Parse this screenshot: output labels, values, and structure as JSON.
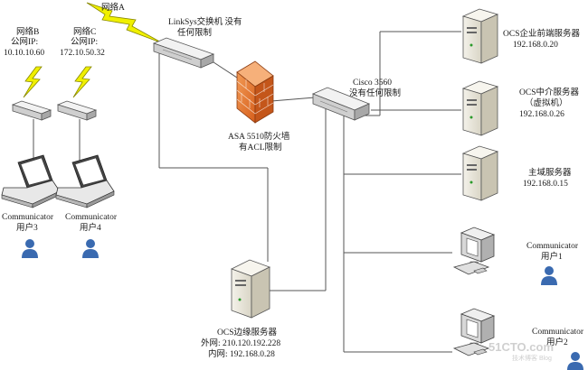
{
  "labels": {
    "network_a": "网络A",
    "network_b": [
      "网络B",
      "公网IP:",
      "10.10.10.60"
    ],
    "network_c": [
      "网络C",
      "公网IP:",
      "172.10.50.32"
    ],
    "linksys": [
      "LinkSys交换机 没有",
      "任何限制"
    ],
    "asa": [
      "ASA 5510防火墙",
      "有ACL限制"
    ],
    "cisco": [
      "Cisco 3560",
      "没有任何限制"
    ],
    "ocs_frontend": [
      "OCS企业前端服务器",
      "192.168.0.20"
    ],
    "ocs_mediation": [
      "OCS中介服务器",
      "（虚拟机）",
      "192.168.0.26"
    ],
    "domain_server": [
      "主域服务器",
      "192.168.0.15"
    ],
    "communicator_user3": [
      "Communicator",
      "用户3"
    ],
    "communicator_user4": [
      "Communicator",
      "用户4"
    ],
    "communicator_user1": [
      "Communicator",
      "用户1"
    ],
    "communicator_user2": [
      "Communicator",
      "用户2"
    ],
    "ocs_edge": [
      "OCS边缘服务器",
      "外网: 210.120.192.228",
      "内网: 192.168.0.28"
    ]
  },
  "watermark": [
    "51CTO.com",
    "技术博客 Blog"
  ],
  "colors": {
    "line": "#555555",
    "lightning": "#f0f000",
    "firewall": "#e8742a",
    "user_icon": "#3a6ab0",
    "server": "#ece9de"
  },
  "icons": [
    "switch-icon",
    "firewall-icon",
    "server-icon",
    "laptop-icon",
    "desktop-computer-icon",
    "user-icon",
    "lightning-icon"
  ]
}
